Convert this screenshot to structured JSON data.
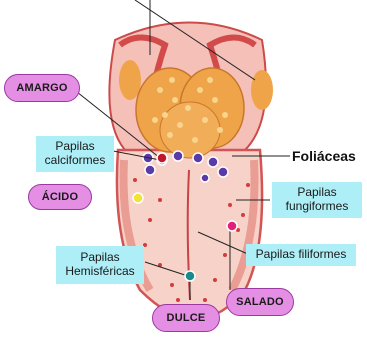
{
  "labels": {
    "amargo": "AMARGO",
    "acido": "ÁCIDO",
    "dulce": "DULCE",
    "salado": "SALADO",
    "foliaceas": "Foliáceas",
    "calciformes": "Papilas calciformes",
    "fungiformes": "Papilas fungiformes",
    "filiformes": "Papilas filiformes",
    "hemisfericas": "Papilas Hemisféricas"
  },
  "colors": {
    "taste_pill": "#e48fe4",
    "papilla_box": "#aeeef6",
    "tongue_red": "#e0605f",
    "tongue_pale": "#f7d2c8",
    "tonsil_orange": "#f0a44a",
    "marker_amargo": "#c0182b",
    "marker_acido": "#f2e33a",
    "marker_salado": "#e0207c",
    "marker_dulce": "#1a8a8a"
  }
}
